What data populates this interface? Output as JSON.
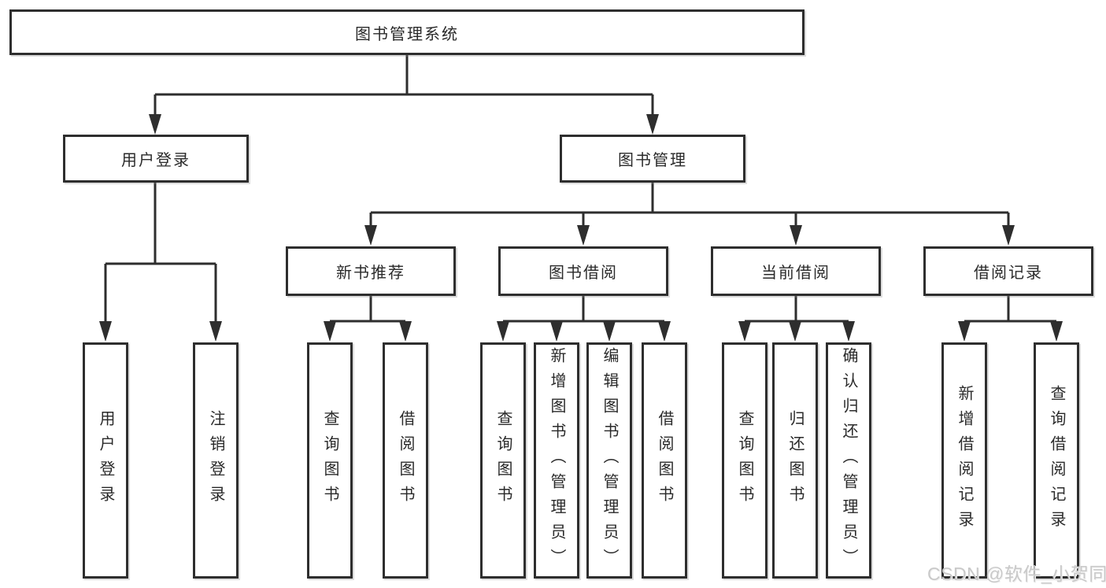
{
  "tree": {
    "root": {
      "label": "图书管理系统"
    },
    "children": [
      {
        "label": "用户登录",
        "children": [
          {
            "label": "用户登录"
          },
          {
            "label": "注销登录"
          }
        ]
      },
      {
        "label": "图书管理",
        "children": [
          {
            "label": "新书推荐",
            "children": [
              {
                "label": "查询图书"
              },
              {
                "label": "借阅图书"
              }
            ]
          },
          {
            "label": "图书借阅",
            "children": [
              {
                "label": "查询图书"
              },
              {
                "label": "新增图书（管理员）"
              },
              {
                "label": "编辑图书（管理员）"
              },
              {
                "label": "借阅图书"
              }
            ]
          },
          {
            "label": "当前借阅",
            "children": [
              {
                "label": "查询图书"
              },
              {
                "label": "归还图书"
              },
              {
                "label": "确认归还（管理员）"
              }
            ]
          },
          {
            "label": "借阅记录",
            "children": [
              {
                "label": "新增借阅记录"
              },
              {
                "label": "查询借阅记录"
              }
            ]
          }
        ]
      }
    ]
  },
  "watermark": {
    "text": "CSDN @软件_小贺同学"
  },
  "colors": {
    "line": "#2e2e2e",
    "box_border": "#2e2e2e",
    "box_fill": "#ffffff",
    "text": "#2a2a2a",
    "watermark": "#c9c9c9"
  }
}
